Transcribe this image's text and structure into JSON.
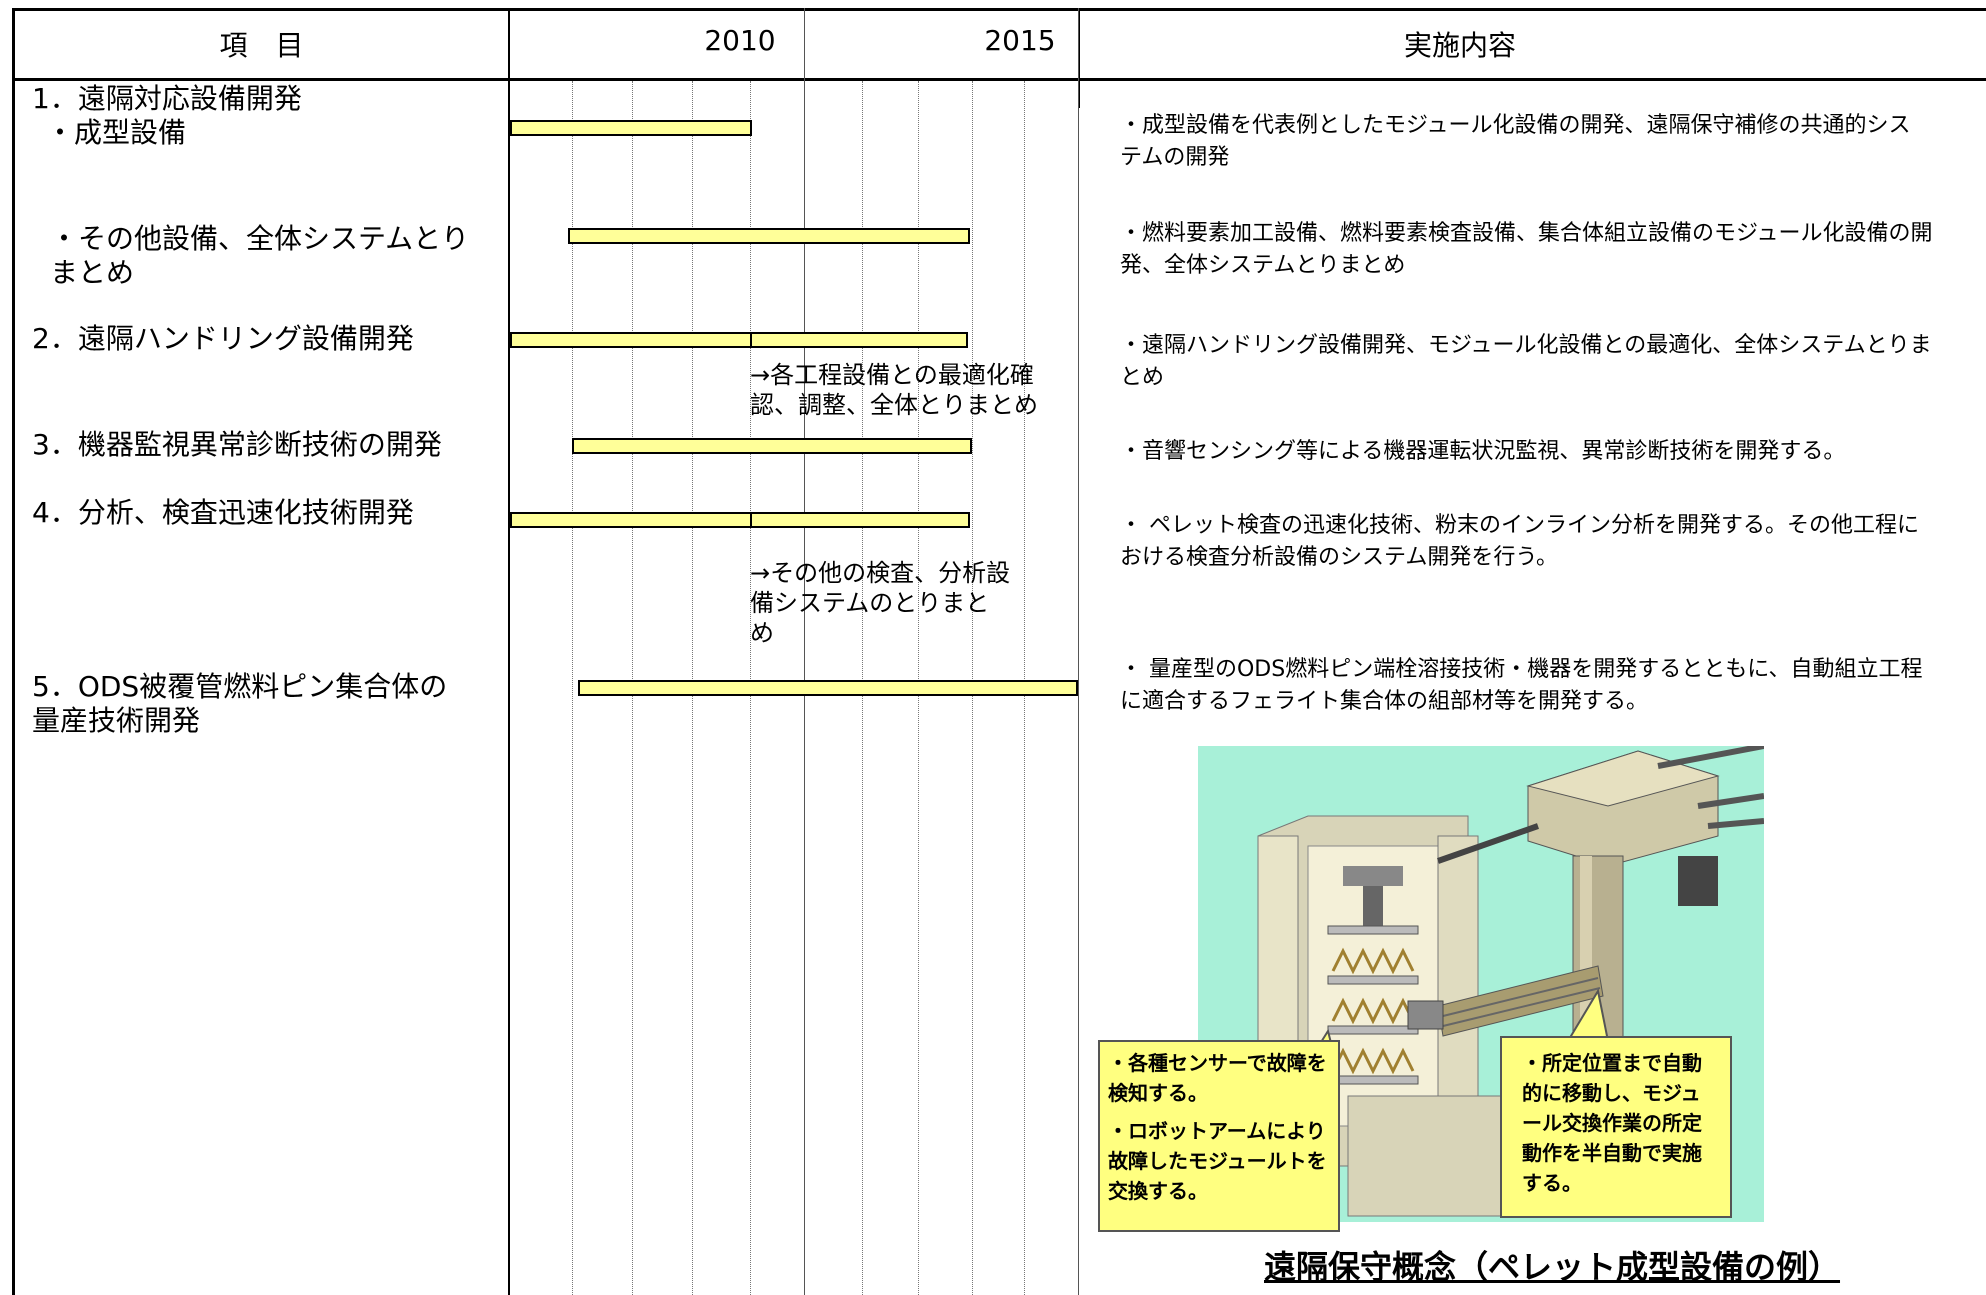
{
  "header": {
    "col_item": "項　目",
    "year_2010": "2010",
    "year_2015": "2015",
    "col_content": "実施内容"
  },
  "items": [
    {
      "label": "1．遠隔対応設備開発"
    },
    {
      "label": "・成型設備"
    },
    {
      "label": "・その他設備、全体システムとり\nまとめ"
    },
    {
      "label": "2．遠隔ハンドリング設備開発"
    },
    {
      "label": "3．機器監視異常診断技術の開発"
    },
    {
      "label": "4．分析、検査迅速化技術開発"
    },
    {
      "label": "5．ODS被覆管燃料ピン集合体の\n量産技術開発"
    }
  ],
  "gantt_notes": [
    "→各工程設備との最適化確認、調整、全体とりまとめ",
    "→その他の検査、分析設備システムのとりまとめ"
  ],
  "contents": [
    "・成型設備を代表例としたモジュール化設備の開発、遠隔保守補修の共通的システムの開発",
    "・燃料要素加工設備、燃料要素検査設備、集合体組立設備のモジュール化設備の開発、全体システムとりまとめ",
    "・遠隔ハンドリング設備開発、モジュール化設備との最適化、全体システムとりまとめ",
    "・音響センシング等による機器運転状況監視、異常診断技術を開発する。",
    "・ ペレット検査の迅速化技術、粉末のインライン分析を開発する。その他工程における検査分析設備のシステム開発を行う。",
    "・ 量産型のODS燃料ピン端栓溶接技術・機器を開発するとともに、自動組立工程に適合するフェライト集合体の組部材等を開発する。"
  ],
  "illustration": {
    "bubble_left_1": "・各種センサーで故障を検知する。",
    "bubble_left_2": "・ロボットアームにより故障したモジュールトを交換する。",
    "bubble_right": "・所定位置まで自動的に移動し、モジュール交換作業の所定動作を半自動で実施する。",
    "caption": "遠隔保守概念（ペレット成型設備の例）"
  },
  "colors": {
    "bar_fill": "#ffff99",
    "illustration_bg": "#a8f0d8",
    "bubble_fill": "#ffff80"
  }
}
